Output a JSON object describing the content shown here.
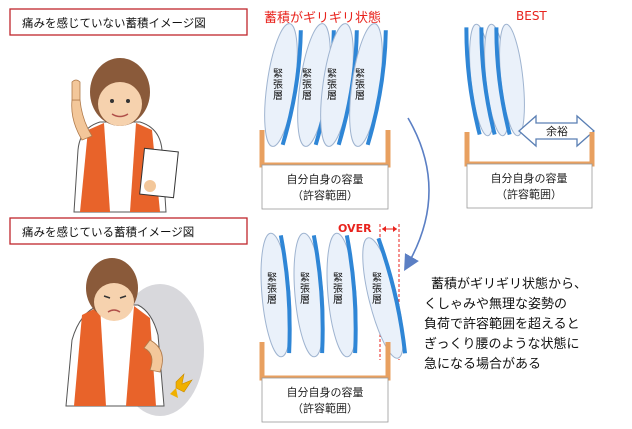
{
  "labels": {
    "top_title": "痛みを感じていない蓄積イメージ図",
    "bottom_title": "痛みを感じている蓄積イメージ図",
    "borderline": "蓄積がギリギリ状態",
    "best": "BEST",
    "over": "OVER",
    "margin": "余裕",
    "disc_label": "緊張層",
    "capacity_line1": "自分自身の容量",
    "capacity_line2": "（許容範囲）",
    "note_lines": [
      "蓄積がギリギリ状態から、",
      "くしゃみや無理な姿勢の",
      "負荷で許容範囲を超えると",
      "ぎっくり腰のような状態に",
      "急になる場合がある"
    ]
  },
  "colors": {
    "title_border": "#c0272d",
    "red_text": "#e8231d",
    "disc_blue": "#2f86d6",
    "disc_fill": "#eaf1fa",
    "tray_orange": "#e8a060",
    "tray_fill": "#fde7cf",
    "arrow_blue": "#5b7fc4"
  }
}
